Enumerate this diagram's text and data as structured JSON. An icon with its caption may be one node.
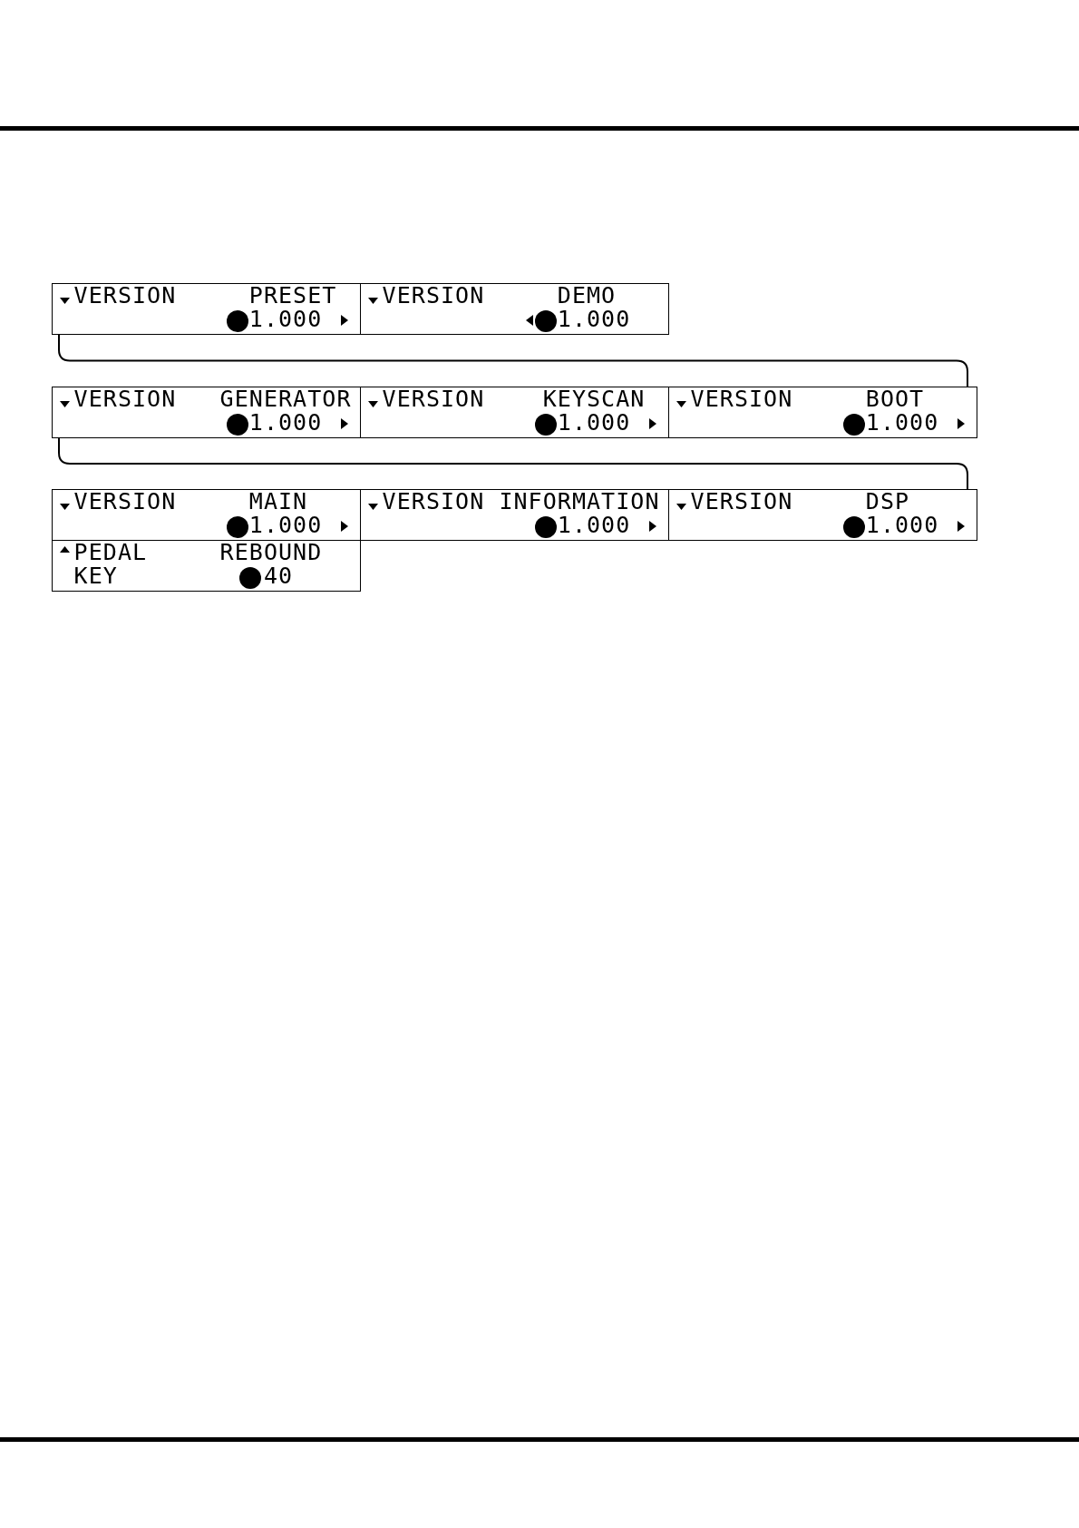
{
  "diagram": {
    "nodes": [
      {
        "text": [
          "VERSION",
          "PRESET",
          "1.000"
        ]
      },
      {
        "text": [
          "VERSION",
          "DEMO",
          "1.000"
        ]
      },
      {
        "text": [
          "VERSION",
          "GENERATOR",
          "1.000"
        ]
      },
      {
        "text": [
          "VERSION",
          "KEYSCAN",
          "1.000"
        ]
      },
      {
        "text": [
          "VERSION",
          "BOOT",
          "1.000"
        ]
      },
      {
        "text": [
          "VERSION",
          "MAIN",
          "1.000"
        ]
      },
      {
        "text": [
          "VERSION",
          "INFORMATION",
          "1.000"
        ]
      },
      {
        "text": [
          "VERSION",
          "DSP",
          "1.000"
        ]
      },
      {
        "text": [
          "PEDAL KEY",
          "REBOUND",
          "40"
        ]
      }
    ],
    "edges": [
      {
        "from": 0,
        "to": 4,
        "arrow": "none"
      },
      {
        "from": 2,
        "to": 7,
        "arrow": "none"
      }
    ]
  }
}
